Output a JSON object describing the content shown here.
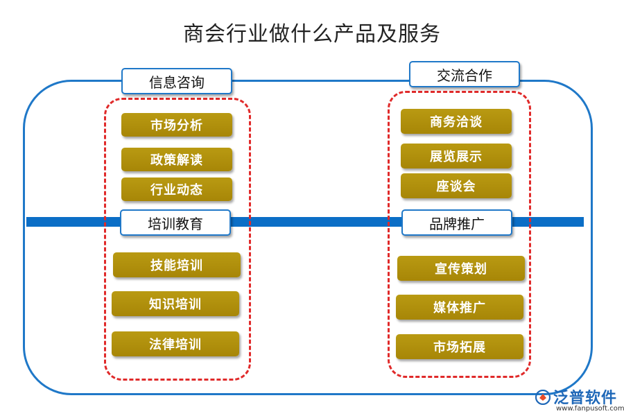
{
  "title": "商会行业做什么产品及服务",
  "watermark": "泛普软件",
  "groups": {
    "top_left": {
      "label": "信息咨询",
      "items": [
        "市场分析",
        "政策解读",
        "行业动态"
      ]
    },
    "bottom_left": {
      "label": "培训教育",
      "items": [
        "技能培训",
        "知识培训",
        "法律培训"
      ]
    },
    "top_right": {
      "label": "交流合作",
      "items": [
        "商务洽谈",
        "展览展示",
        "座谈会"
      ]
    },
    "bottom_right": {
      "label": "品牌推广",
      "items": [
        "宣传策划",
        "媒体推广",
        "市场拓展"
      ]
    }
  },
  "logo": {
    "name": "泛普软件",
    "url": "www.fanpusoft.com",
    "icon": "fanpu-logo-icon"
  },
  "colors": {
    "frame": "#1f78c8",
    "bar": "#0b6ec6",
    "dash": "#e02a2a",
    "item": "#ab8a09"
  }
}
